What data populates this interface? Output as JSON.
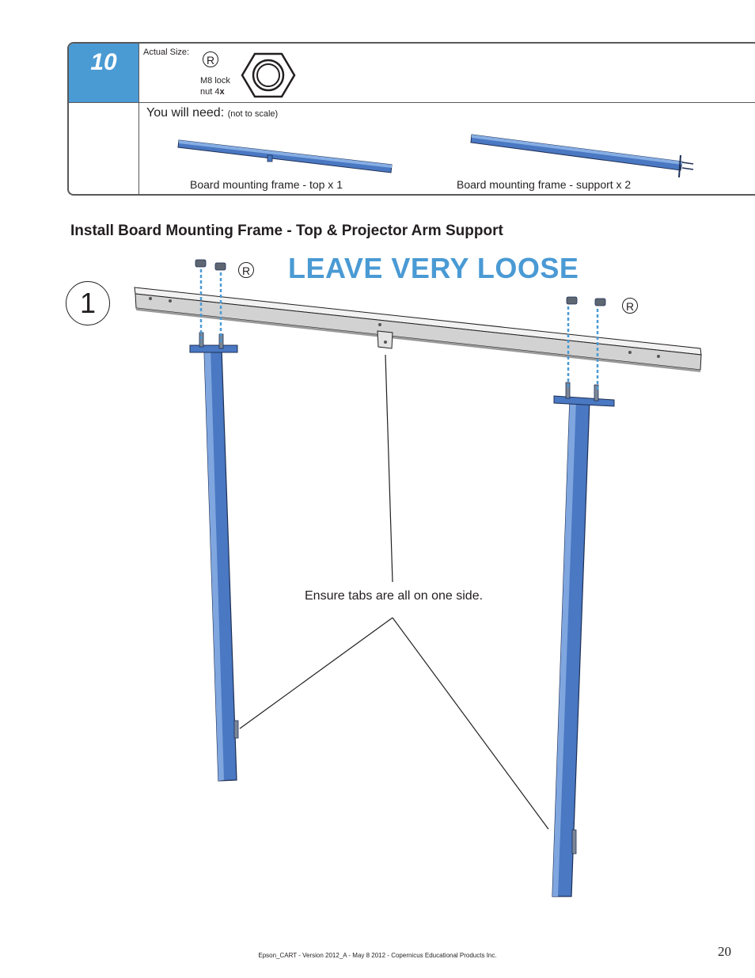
{
  "step": {
    "number": "10",
    "actual_size_label": "Actual Size:",
    "hardware": {
      "letter": "R",
      "name_line1": "M8 lock",
      "name_line2_prefix": "nut 4",
      "name_line2_suffix": "x"
    },
    "you_will_need_label": "You will need:",
    "not_to_scale": "(not to scale)",
    "parts": [
      {
        "label": "Board mounting frame - top x 1"
      },
      {
        "label": "Board mounting frame - support x 2"
      }
    ]
  },
  "section_title": "Install Board Mounting Frame - Top & Projector Arm Support",
  "instruction": {
    "step_number": "1",
    "warning": "LEAVE VERY LOOSE",
    "hardware_letter_left": "R",
    "hardware_letter_right": "R",
    "callout": "Ensure tabs are all on one side."
  },
  "footer": "Epson_CART - Version 2012_A - May 8 2012 - Copernicus Educational Products Inc.",
  "page_number": "20",
  "colors": {
    "accent_blue": "#4a9ad4",
    "part_blue": "#4a78c2",
    "frame_gray": "#d6d6d6",
    "outline": "#231f20"
  }
}
